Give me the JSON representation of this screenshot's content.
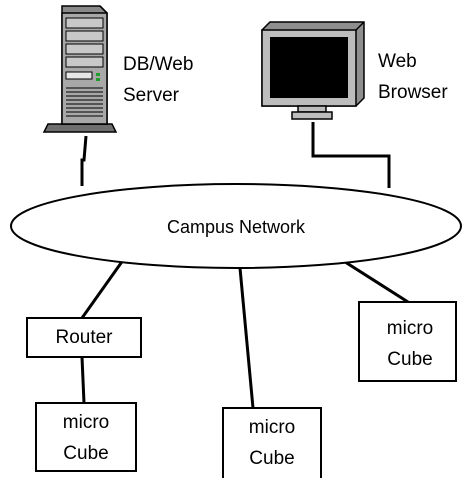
{
  "server": {
    "icon": "server-tower-icon",
    "label_line1": "DB/Web",
    "label_line2": "Server"
  },
  "browser": {
    "icon": "monitor-icon",
    "label_line1": "Web",
    "label_line2": "Browser"
  },
  "network": {
    "label": "Campus Network"
  },
  "router": {
    "label": "Router"
  },
  "cubes": [
    {
      "line1": "micro",
      "line2": "Cube"
    },
    {
      "line1": "micro",
      "line2": "Cube"
    },
    {
      "line1": "micro",
      "line2": "Cube"
    }
  ],
  "colors": {
    "line": "#000000",
    "tower_face": "#a8a8a8",
    "tower_shadow": "#6e6e6e",
    "monitor_body": "#bdbdbd",
    "screen": "#000000"
  }
}
